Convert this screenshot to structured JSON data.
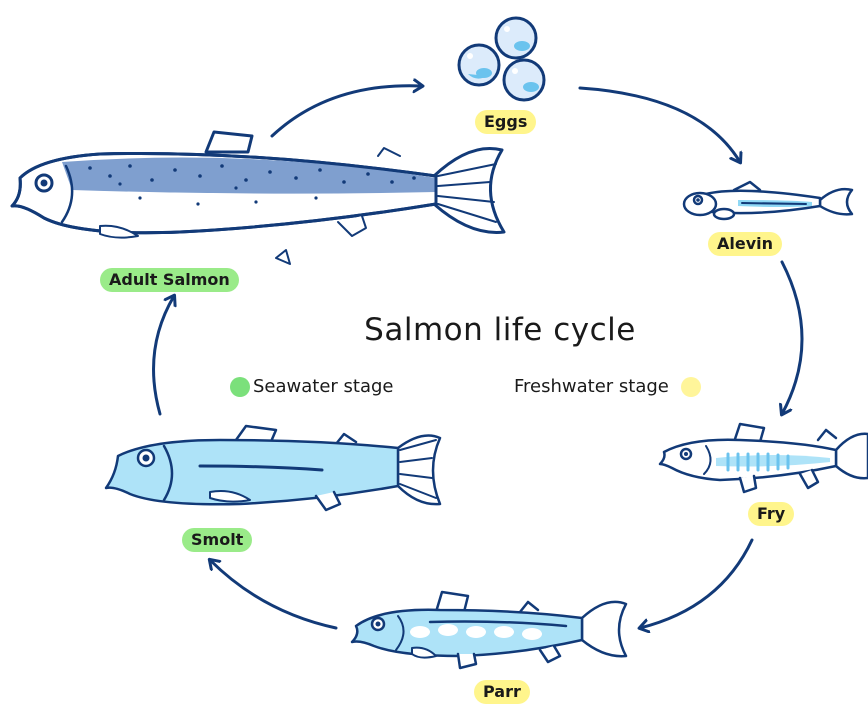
{
  "diagram": {
    "title": "Salmon life cycle",
    "legend": {
      "seawater": {
        "label": "Seawater stage",
        "color": "#7be07b"
      },
      "freshwater": {
        "label": "Freshwater stage",
        "color": "#fff59a"
      }
    },
    "stages": {
      "eggs": {
        "label": "Eggs",
        "habitat": "freshwater"
      },
      "alevin": {
        "label": "Alevin",
        "habitat": "freshwater"
      },
      "fry": {
        "label": "Fry",
        "habitat": "freshwater"
      },
      "parr": {
        "label": "Parr",
        "habitat": "freshwater"
      },
      "smolt": {
        "label": "Smolt",
        "habitat": "seawater"
      },
      "adult": {
        "label": "Adult Salmon",
        "habitat": "seawater"
      }
    },
    "cycle_order": [
      "Eggs",
      "Alevin",
      "Fry",
      "Parr",
      "Smolt",
      "Adult Salmon"
    ],
    "colors": {
      "outline": "#123a78",
      "adult_body": "#7f9fcf",
      "juvenile_body": "#aee3f8"
    }
  }
}
